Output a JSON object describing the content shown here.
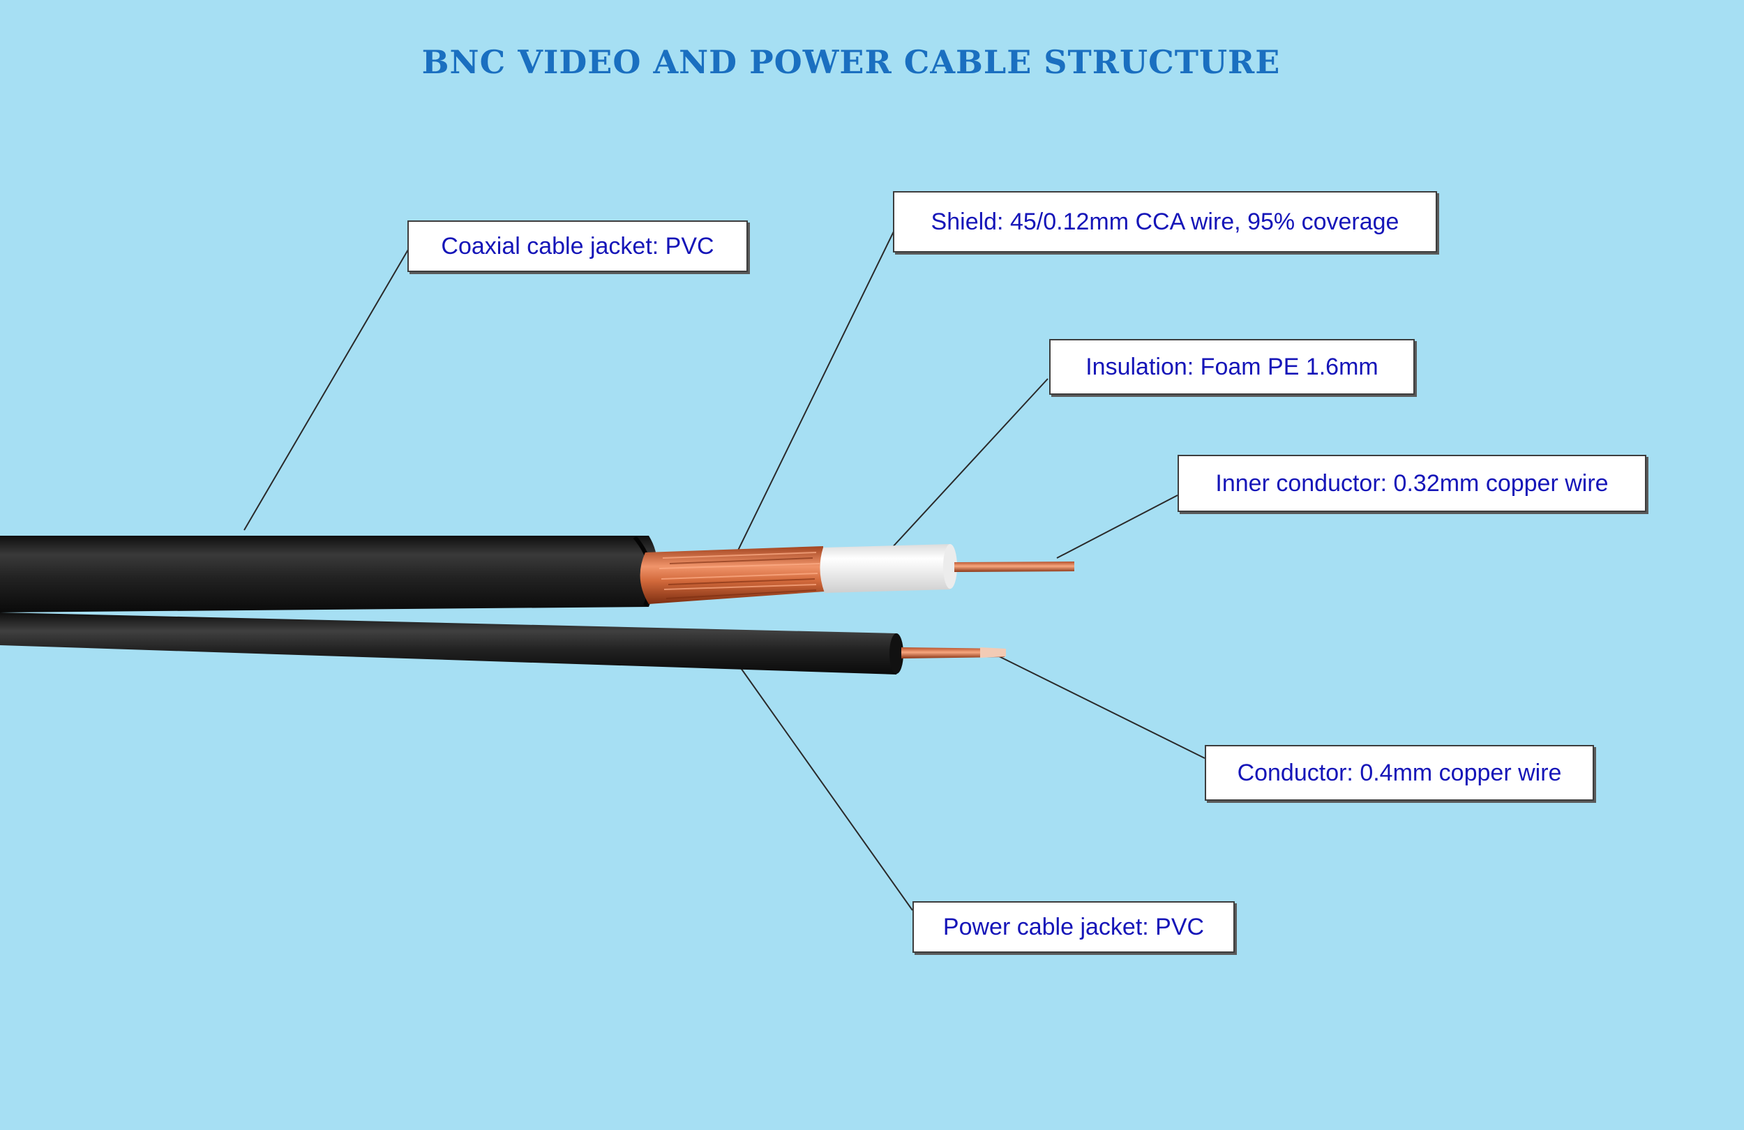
{
  "title": "BNC VIDEO  AND POWER CABLE STRUCTURE",
  "colors": {
    "background": "#a6dff3",
    "title": "#1a6fc0",
    "label_text": "#1515b8",
    "jacket": "#1c1c1c",
    "copper": "#d2693b",
    "insulation": "#f4f4f4"
  },
  "labels": {
    "coax_jacket": "Coaxial cable jacket:  PVC",
    "shield": "Shield: 45/0.12mm CCA wire, 95% coverage",
    "insulation": "Insulation: Foam PE 1.6mm",
    "inner_conductor": "Inner conductor: 0.32mm copper wire",
    "conductor": "Conductor: 0.4mm copper wire",
    "power_jacket": "Power cable jacket: PVC"
  }
}
